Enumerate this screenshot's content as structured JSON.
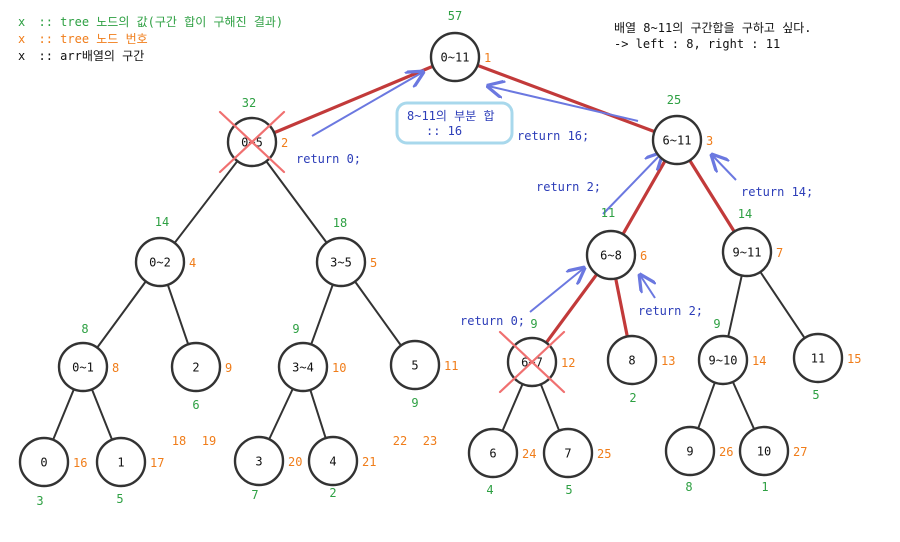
{
  "legend": [
    {
      "marker": "x",
      "text": ":: tree 노드의 값(구간 합이 구해진 결과)",
      "color": "#2ea043"
    },
    {
      "marker": "x",
      "text": ":: tree 노드 번호",
      "color": "#f07d1a"
    },
    {
      "marker": "x",
      "text": ":: arr배열의 구간",
      "color": "#111111"
    }
  ],
  "note": {
    "line1": "배열 8~11의 구간합을 구하고 싶다.",
    "line2": "-> left : 8, right : 11"
  },
  "summary": {
    "line1": "8~11의 부분 합",
    "line2": ":: 16"
  },
  "colors": {
    "value": "#2ea043",
    "index": "#f07d1a",
    "return_text": "#2c3db8",
    "return_arrow": "#6b78e0",
    "red_edge": "#c23a3a",
    "cross": "#f07070",
    "node_stroke": "#333333"
  },
  "nodes": [
    {
      "id": 1,
      "label": "0~11",
      "value": "57",
      "index": "1"
    },
    {
      "id": 2,
      "label": "0~5",
      "value": "32",
      "index": "2",
      "crossed": true
    },
    {
      "id": 3,
      "label": "6~11",
      "value": "25",
      "index": "3"
    },
    {
      "id": 4,
      "label": "0~2",
      "value": "14",
      "index": "4"
    },
    {
      "id": 5,
      "label": "3~5",
      "value": "18",
      "index": "5"
    },
    {
      "id": 6,
      "label": "6~8",
      "value": "11",
      "index": "6"
    },
    {
      "id": 7,
      "label": "9~11",
      "value": "14",
      "index": "7"
    },
    {
      "id": 8,
      "label": "0~1",
      "value": "8",
      "index": "8"
    },
    {
      "id": 9,
      "label": "2",
      "value": "6",
      "index": "9"
    },
    {
      "id": 10,
      "label": "3~4",
      "value": "9",
      "index": "10"
    },
    {
      "id": 11,
      "label": "5",
      "value": "9",
      "index": "11"
    },
    {
      "id": 12,
      "label": "6~7",
      "value": "9",
      "index": "12",
      "crossed": true
    },
    {
      "id": 13,
      "label": "8",
      "value": "2",
      "index": "13"
    },
    {
      "id": 14,
      "label": "9~10",
      "value": "9",
      "index": "14"
    },
    {
      "id": 15,
      "label": "11",
      "value": "5",
      "index": "15"
    },
    {
      "id": 16,
      "label": "0",
      "value": "3",
      "index": "16"
    },
    {
      "id": 17,
      "label": "1",
      "value": "5",
      "index": "17"
    },
    {
      "id": 20,
      "label": "3",
      "value": "7",
      "index": "20"
    },
    {
      "id": 21,
      "label": "4",
      "value": "2",
      "index": "21"
    },
    {
      "id": 24,
      "label": "6",
      "value": "4",
      "index": "24"
    },
    {
      "id": 25,
      "label": "7",
      "value": "5",
      "index": "25"
    },
    {
      "id": 28,
      "label": "9",
      "value": "8",
      "index": "26"
    },
    {
      "id": 29,
      "label": "10",
      "value": "1",
      "index": "27"
    }
  ],
  "extra_indices": [
    "18",
    "19",
    "22",
    "23"
  ],
  "edges": [
    {
      "from": 1,
      "to": 2,
      "style": "red"
    },
    {
      "from": 1,
      "to": 3,
      "style": "red"
    },
    {
      "from": 2,
      "to": 4,
      "style": "plain"
    },
    {
      "from": 2,
      "to": 5,
      "style": "plain"
    },
    {
      "from": 3,
      "to": 6,
      "style": "red"
    },
    {
      "from": 3,
      "to": 7,
      "style": "red"
    },
    {
      "from": 4,
      "to": 8,
      "style": "plain"
    },
    {
      "from": 4,
      "to": 9,
      "style": "plain"
    },
    {
      "from": 5,
      "to": 10,
      "style": "plain"
    },
    {
      "from": 5,
      "to": 11,
      "style": "plain"
    },
    {
      "from": 6,
      "to": 12,
      "style": "red"
    },
    {
      "from": 6,
      "to": 13,
      "style": "red"
    },
    {
      "from": 7,
      "to": 14,
      "style": "plain"
    },
    {
      "from": 7,
      "to": 15,
      "style": "plain"
    },
    {
      "from": 8,
      "to": 16,
      "style": "plain"
    },
    {
      "from": 8,
      "to": 17,
      "style": "plain"
    },
    {
      "from": 10,
      "to": 20,
      "style": "plain"
    },
    {
      "from": 10,
      "to": 21,
      "style": "plain"
    },
    {
      "from": 12,
      "to": 24,
      "style": "plain"
    },
    {
      "from": 12,
      "to": 25,
      "style": "plain"
    },
    {
      "from": 14,
      "to": 28,
      "style": "plain"
    },
    {
      "from": 14,
      "to": 29,
      "style": "plain"
    }
  ],
  "returns": [
    {
      "child": 2,
      "parent": 1,
      "label": "return 0;"
    },
    {
      "child": 3,
      "parent": 1,
      "label": "return 16;"
    },
    {
      "child": 6,
      "parent": 3,
      "label": "return 2;"
    },
    {
      "child": 7,
      "parent": 3,
      "label": "return 14;"
    },
    {
      "child": 12,
      "parent": 6,
      "label": "return 0;"
    },
    {
      "child": 13,
      "parent": 6,
      "label": "return 2;"
    }
  ]
}
